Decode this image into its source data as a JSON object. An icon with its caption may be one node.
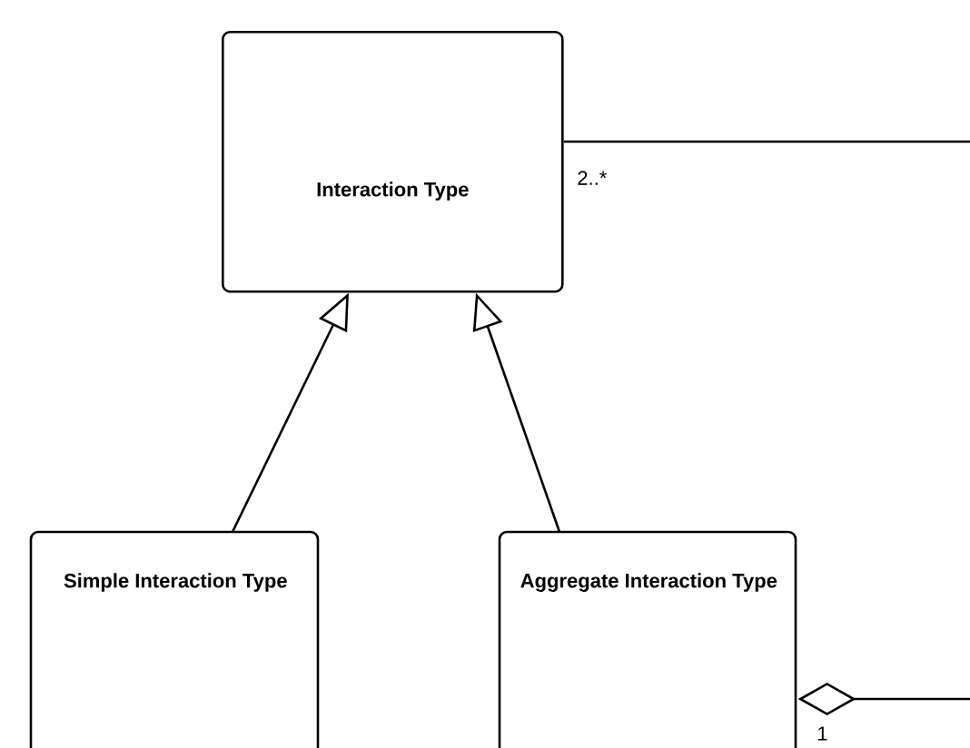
{
  "diagram": {
    "nodes": [
      {
        "text": [
          "Interaction Type"
        ]
      },
      {
        "text": [
          "Simple Interaction Type"
        ]
      },
      {
        "text": [
          "Aggregate Interaction Type"
        ]
      }
    ],
    "edges": [
      {
        "from": 1,
        "to": 0,
        "arrow": "to"
      },
      {
        "from": 2,
        "to": 0,
        "arrow": "to"
      },
      {
        "from": 0,
        "to": null,
        "arrow": "none",
        "label": "2..*"
      },
      {
        "from": 2,
        "to": null,
        "arrow": "other",
        "label": "1"
      }
    ]
  }
}
